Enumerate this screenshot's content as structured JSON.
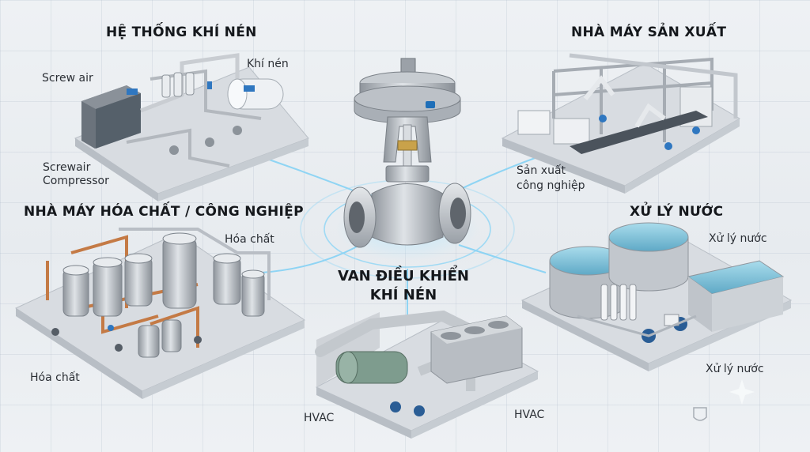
{
  "sections": {
    "compressed_air": {
      "title": "HỆ THỐNG KHÍ NÉN",
      "labels": [
        "Screw air",
        "Khí nén",
        "Screwair",
        "Compressor"
      ]
    },
    "manufacturing": {
      "title": "NHÀ MÁY SẢN XUẤT",
      "labels": [
        "Sản xuất",
        "công nghiệp"
      ]
    },
    "chemical": {
      "title": "NHÀ MÁY HÓA CHẤT / CÔNG NGHIỆP",
      "labels": [
        "Hóa chất",
        "Hóa chất"
      ]
    },
    "water": {
      "title": "XỬ LÝ NƯỚC",
      "labels": [
        "Xử lý nước",
        "Xử lý nước"
      ]
    },
    "hvac": {
      "labels": [
        "HVAC",
        "HVAC"
      ]
    }
  },
  "center": {
    "title_line1": "VAN ĐIỀU KHIỂN",
    "title_line2": "KHÍ NÉN"
  },
  "colors": {
    "connector": "#7fd0f5",
    "steel": "#b9bec5",
    "platform": "#d5d9de",
    "water": "#86c8de",
    "accent_blue": "#1f6fb8"
  }
}
